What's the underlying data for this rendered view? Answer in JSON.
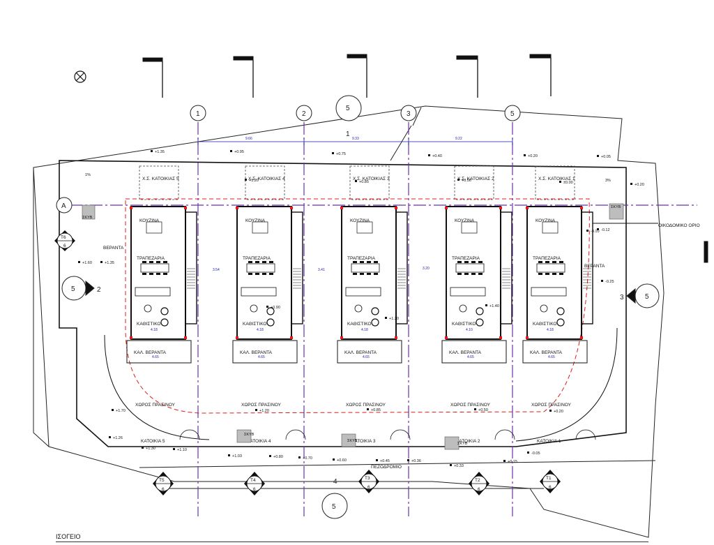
{
  "drawing": {
    "sheet_label": "ΙΣΟΓΕΙΟ",
    "building_line_label": "ΟΙΚΟΔΟΜΙΚΟ ΟΡΙΟ",
    "grid_axes": [
      "1",
      "2",
      "3",
      "5"
    ],
    "top_grid_label": "1",
    "bottom_grid_label": "4",
    "section_markers": [
      {
        "code": "T6",
        "sheet": "6"
      },
      {
        "code": "T5",
        "sheet": "6"
      },
      {
        "code": "T4",
        "sheet": "6"
      },
      {
        "code": "T3",
        "sheet": "6"
      },
      {
        "code": "T2",
        "sheet": "6"
      },
      {
        "code": "T1",
        "sheet": "6"
      }
    ],
    "detail_markers": [
      {
        "num": "5",
        "sheet": "2"
      },
      {
        "num": "5",
        "sheet": "3"
      },
      {
        "num": "5",
        "sheet": ""
      },
      {
        "num": "5",
        "sheet": ""
      }
    ],
    "axis_A": "A",
    "slopes": [
      "1%",
      "3%"
    ],
    "top_dims": [
      "9.66",
      "9.33",
      "9.22"
    ],
    "units": [
      {
        "parking": "Χ.Σ. ΚΑΤΟΙΚΙΑΣ 5",
        "kitchen": "ΚΟΥΖΙΝΑ",
        "dining": "ΤΡΑΠΕΖΑΡΙΑ",
        "living": "ΚΑΘΙΣΤΙΚΟ",
        "veranda": "ΚΑΛ. ΒΕΡΑΝΤΑ",
        "garden": "ΧΩΡΟΣ ΠΡΑΣΙΝΟΥ",
        "house": "ΚΑΤΟΙΚΙΑ 5",
        "width": "4.18",
        "vwidth": "4.65"
      },
      {
        "parking": "Χ.Σ. ΚΑΤΟΙΚΙΑΣ 4",
        "kitchen": "ΚΟΥΖΙΝΑ",
        "dining": "ΤΡΑΠΕΖΑΡΙΑ",
        "living": "ΚΑΘΙΣΤΙΚΟ",
        "veranda": "ΚΑΛ. ΒΕΡΑΝΤΑ",
        "garden": "ΧΩΡΟΣ ΠΡΑΣΙΝΟΥ",
        "house": "ΚΑΤΟΙΚΙΑ 4",
        "width": "4.18",
        "vwidth": "4.65"
      },
      {
        "parking": "Χ.Σ. ΚΑΤΟΙΚΙΑΣ 3",
        "kitchen": "ΚΟΥΖΙΝΑ",
        "dining": "ΤΡΑΠΕΖΑΡΙΑ",
        "living": "ΚΑΘΙΣΤΙΚΟ",
        "veranda": "ΚΑΛ. ΒΕΡΑΝΤΑ",
        "garden": "ΧΩΡΟΣ ΠΡΑΣΙΝΟΥ",
        "house": "ΚΑΤΟΙΚΙΑ 3",
        "width": "4.18",
        "vwidth": "4.65"
      },
      {
        "parking": "Χ.Σ. ΚΑΤΟΙΚΙΑΣ 2",
        "kitchen": "ΚΟΥΖΙΝΑ",
        "dining": "ΤΡΑΠΕΖΑΡΙΑ",
        "living": "ΚΑΘΙΣΤΙΚΟ",
        "veranda": "ΚΑΛ. ΒΕΡΑΝΤΑ",
        "garden": "ΧΩΡΟΣ ΠΡΑΣΙΝΟΥ",
        "house": "ΚΑΤΟΙΚΙΑ 2",
        "width": "4.10",
        "vwidth": "4.65"
      },
      {
        "parking": "Χ.Σ. ΚΑΤΟΙΚΙΑΣ 1",
        "kitchen": "ΚΟΥΖΙΝΑ",
        "dining": "ΤΡΑΠΕΖΑΡΙΑ",
        "living": "ΚΑΘΙΣΤΙΚΟ",
        "veranda": "ΚΑΛ. ΒΕΡΑΝΤΑ",
        "garden": "ΧΩΡΟΣ ΠΡΑΣΙΝΟΥ",
        "house": "ΚΑΤΟΙΚΙΑ 1",
        "width": "4.18",
        "vwidth": "4.65"
      }
    ],
    "veranda_side": "ΒΕΡΑΝΤΑ",
    "skyb": "ΣΚΥΒ",
    "levels_top": [
      "+1.35",
      "+0.95",
      "+0.75",
      "+0.40",
      "+0.20",
      "+0.05"
    ],
    "levels_mid": [
      "+1.20",
      "+0.85",
      "+0.50",
      "±0.00",
      "+0.90",
      "+1.20",
      "+1.40",
      "+1.60",
      "+1.35",
      "-0.10",
      "-0.12",
      "+0.20",
      "-0.25"
    ],
    "levels_garden": [
      "+1.70",
      "+1.20",
      "+0.85",
      "+0.50",
      "+0.20"
    ],
    "levels_street": [
      "+1.26",
      "+1.30",
      "+1.10",
      "+1.03",
      "+0.80",
      "+0.70",
      "+0.60",
      "+0.45",
      "+0.36",
      "+0.33",
      "+0.15",
      "-0.05"
    ],
    "street_label": "ΠΕΖΟΔΡΟΜΙΟ",
    "pass_widths": [
      "3.54",
      "3.41",
      "3.20"
    ]
  },
  "colors": {
    "grid": "#6a2fb0",
    "outline": "#1a1a1a",
    "dim": "#1a1aa8",
    "limit": "#e01b1b",
    "wall": "#111111",
    "hatch": "#bdbdbd"
  }
}
